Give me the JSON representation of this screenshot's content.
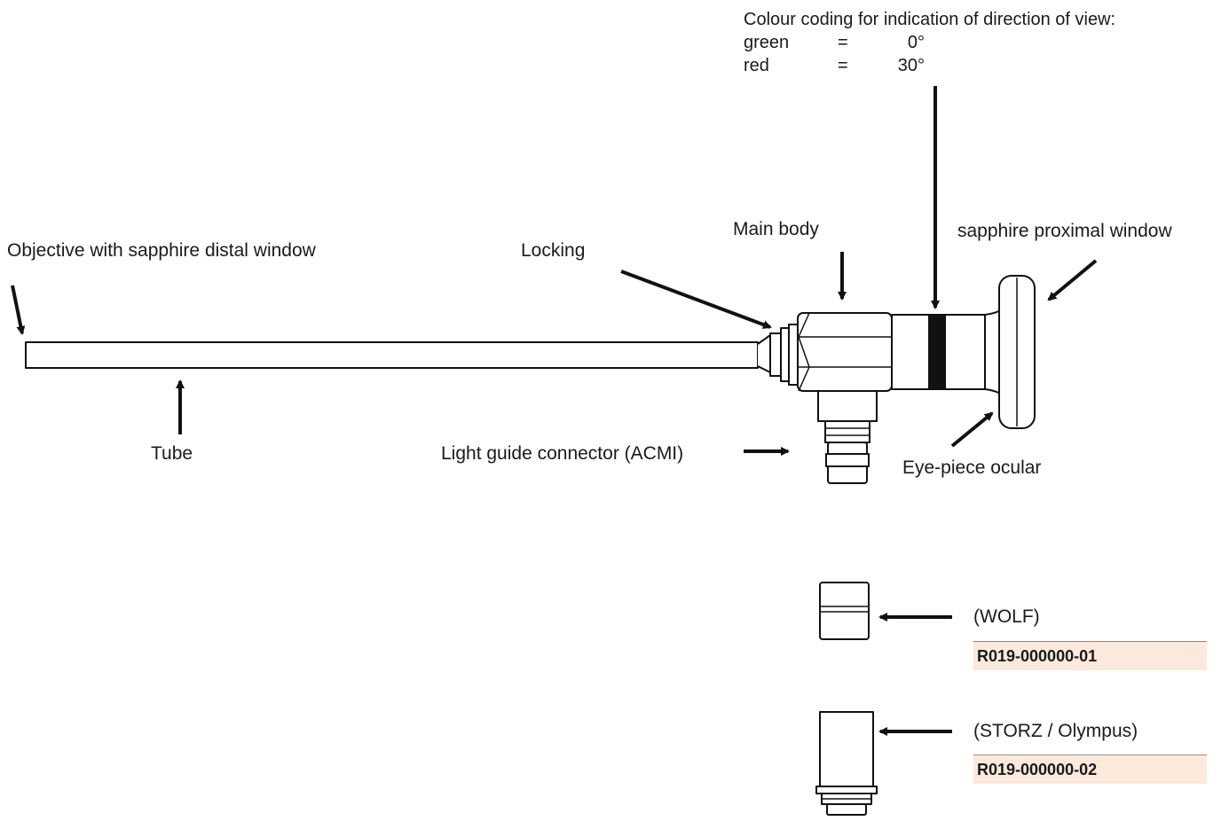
{
  "legend": {
    "title": "Colour coding for indication of direction of view:",
    "rows": [
      {
        "color": "green",
        "eq": "=",
        "angle": "0°"
      },
      {
        "color": "red",
        "eq": "=",
        "angle": "30°"
      }
    ]
  },
  "labels": {
    "objective": "Objective with sapphire distal window",
    "locking": "Locking",
    "main_body": "Main body",
    "proximal_window": "sapphire proximal window",
    "tube": "Tube",
    "light_guide": "Light guide connector (ACMI)",
    "eyepiece": "Eye-piece ocular"
  },
  "adapters": [
    {
      "name": "(WOLF)",
      "part_number": "R019-000000-01"
    },
    {
      "name": "(STORZ / Olympus)",
      "part_number": "R019-000000-02"
    }
  ]
}
